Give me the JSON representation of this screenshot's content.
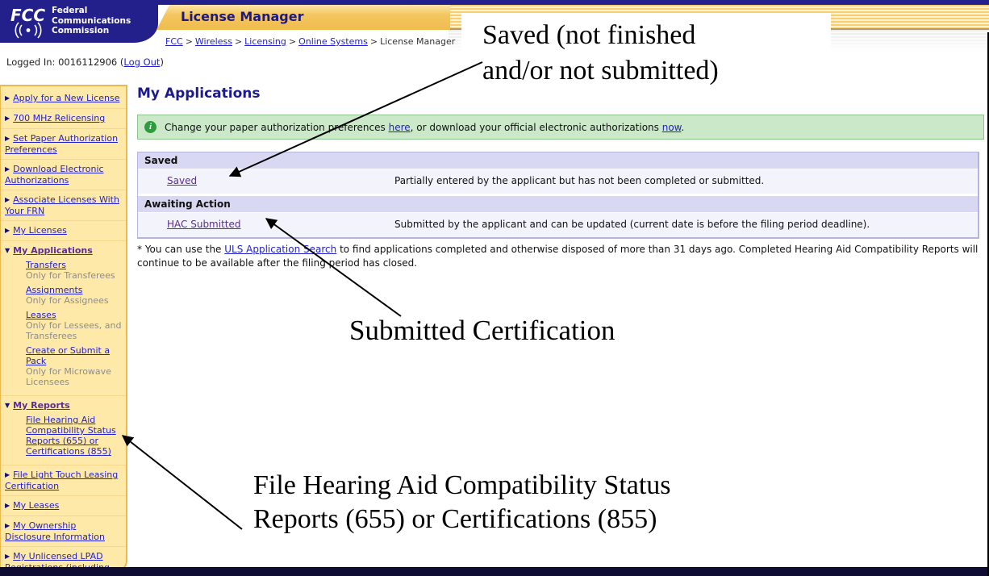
{
  "colors": {
    "navy": "#23208C",
    "gold_tab": "#F4C65F",
    "sidebar_bg": "#FFE9A8",
    "link_blue": "#2222CC",
    "visited_purple": "#5C2D91",
    "info_bar_green": "#CBE8C9",
    "table_header_lavender": "#D8D8F2",
    "table_row_lavender": "#F3F3FC"
  },
  "header": {
    "logo_acronym": "FCC",
    "logo_name_lines": [
      "Federal",
      "Communications",
      "Commission"
    ],
    "app_title": "License Manager",
    "breadcrumb": {
      "links": [
        "FCC",
        "Wireless",
        "Licensing",
        "Online Systems"
      ],
      "separator": ">",
      "current": "License Manager"
    },
    "login": {
      "prefix": "Logged In: 0016112906 (",
      "logout": "Log Out",
      "suffix": ")"
    }
  },
  "sidebar": {
    "items": [
      {
        "icon": "▶",
        "label": "Apply for a New License"
      },
      {
        "icon": "▶",
        "label": "700 MHz Relicensing"
      },
      {
        "icon": "▶",
        "label": "Set Paper Authorization Preferences"
      },
      {
        "icon": "▶",
        "label": "Download Electronic Authorizations"
      },
      {
        "icon": "▶",
        "label": "Associate Licenses With Your FRN"
      },
      {
        "icon": "▶",
        "label": "My Licenses"
      },
      {
        "icon": "▼",
        "label": "My Applications",
        "children": [
          {
            "label": "Transfers",
            "note": "Only for Transferees"
          },
          {
            "label": "Assignments",
            "note": "Only for Assignees"
          },
          {
            "label": "Leases",
            "note": "Only for Lessees, and Transferees"
          },
          {
            "label": "Create or Submit a Pack",
            "note": "Only for Microwave Licensees"
          }
        ]
      },
      {
        "icon": "▼",
        "label": "My Reports",
        "children": [
          {
            "label": "File Hearing Aid Compatibility Status Reports (655) or Certifications (855)",
            "note": ""
          }
        ]
      },
      {
        "icon": "▶",
        "label": "File Light Touch Leasing Certification"
      },
      {
        "icon": "▶",
        "label": "My Leases"
      },
      {
        "icon": "▶",
        "label": "My Ownership Disclosure Information"
      },
      {
        "icon": "▶",
        "label": "My Unlicensed LPAD Registrations (including wireless microphones)"
      }
    ]
  },
  "main": {
    "title": "My Applications",
    "info_bar": {
      "icon": "i",
      "text_1": "Change your paper authorization preferences ",
      "link_1": "here",
      "text_2": ", or download your official electronic authorizations ",
      "link_2": "now",
      "text_3": "."
    },
    "table": {
      "sections": [
        {
          "header": "Saved",
          "rows": [
            {
              "link": "Saved",
              "description": "Partially entered by the applicant but has not been completed or submitted."
            }
          ]
        },
        {
          "header": "Awaiting Action",
          "rows": [
            {
              "link": "HAC Submitted",
              "description": "Submitted by the applicant and can be updated (current date is before the filing period deadline)."
            }
          ]
        }
      ]
    },
    "footnote": {
      "text_1": "* You can use the ",
      "link": "ULS Application Search",
      "text_2": " to find applications completed and otherwise disposed of more than 31 days ago. Completed Hearing Aid Compatibility Reports will continue to be available after the filing period has closed."
    }
  },
  "annotations": {
    "callout_saved_line_1": "Saved (not finished",
    "callout_saved_line_2": "and/or not submitted)",
    "callout_submitted": "Submitted Certification",
    "callout_filehac_line_1": "File Hearing Aid Compatibility Status",
    "callout_filehac_line_2": "Reports (655) or Certifications (855)"
  }
}
